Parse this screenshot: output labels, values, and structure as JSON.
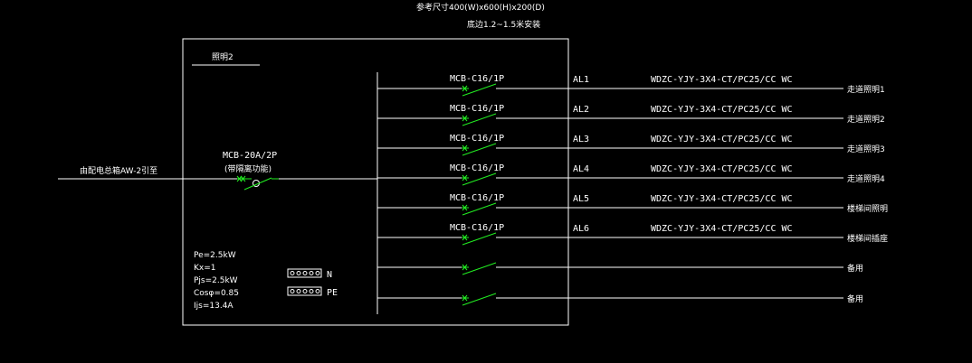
{
  "header": {
    "line1": "参考尺寸400(W)x600(H)x200(D)",
    "line2": "底边1.2~1.5米安装"
  },
  "panel": {
    "title": "照明2"
  },
  "incoming": {
    "source": "由配电总箱AW-2引至",
    "breaker": "MCB-20A/2P",
    "note": "(带隔离功能)"
  },
  "params": [
    "Pe=2.5kW",
    "Kx=1",
    "Pjs=2.5kW",
    "Cosφ=0.85",
    "Ijs=13.4A"
  ],
  "terminals": {
    "n": "N",
    "pe": "PE"
  },
  "circuits": [
    {
      "breaker": "MCB-C16/1P",
      "id": "AL1",
      "cable": "WDZC-YJY-3X4-CT/PC25/CC WC",
      "load": "走道照明1"
    },
    {
      "breaker": "MCB-C16/1P",
      "id": "AL2",
      "cable": "WDZC-YJY-3X4-CT/PC25/CC WC",
      "load": "走道照明2"
    },
    {
      "breaker": "MCB-C16/1P",
      "id": "AL3",
      "cable": "WDZC-YJY-3X4-CT/PC25/CC WC",
      "load": "走道照明3"
    },
    {
      "breaker": "MCB-C16/1P",
      "id": "AL4",
      "cable": "WDZC-YJY-3X4-CT/PC25/CC WC",
      "load": "走道照明4"
    },
    {
      "breaker": "MCB-C16/1P",
      "id": "AL5",
      "cable": "WDZC-YJY-3X4-CT/PC25/CC WC",
      "load": "楼梯间照明"
    },
    {
      "breaker": "MCB-C16/1P",
      "id": "AL6",
      "cable": "WDZC-YJY-3X4-CT/PC25/CC WC",
      "load": "楼梯间插座"
    },
    {
      "breaker": "",
      "id": "",
      "cable": "",
      "load": "备用"
    },
    {
      "breaker": "",
      "id": "",
      "cable": "",
      "load": "备用"
    }
  ],
  "colors": {
    "line": "#ffffff",
    "breaker": "#22ee22",
    "background": "#000000"
  }
}
